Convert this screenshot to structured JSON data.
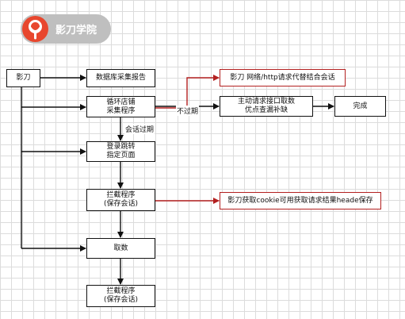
{
  "brand": {
    "name": "影刀学院",
    "logo_color": "#e8472e"
  },
  "nodes": {
    "yingdao": "影刀",
    "db_report": "数据库采集报告",
    "loop_shop": "循环店铺\n采集程序",
    "login_jump": "登录跳转\n指定页面",
    "intercept1": "拦截程序\n(保存会话)",
    "fetch": "取数",
    "intercept2": "拦截程序\n(保存会话)",
    "active_request": "主动请求接口取数\n优点查漏补缺",
    "done": "完成",
    "note_network": "影刀 网络/http请求代替结合会话",
    "note_cookie": "影刀获取cookie可用获取请求结果heade保存"
  },
  "edge_labels": {
    "session_expired": "会话过期",
    "not_expired": "不过期"
  },
  "colors": {
    "line": "#111111",
    "highlight": "#b32020"
  }
}
